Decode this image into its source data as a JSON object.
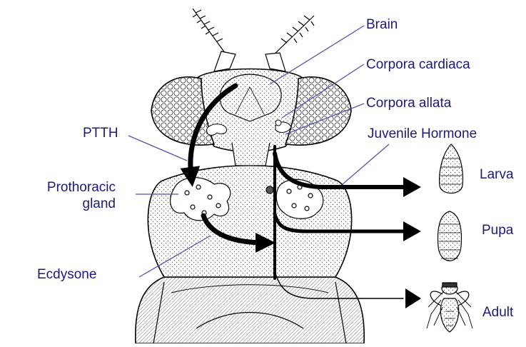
{
  "labels": {
    "brain": "Brain",
    "corpora_cardiaca": "Corpora cardiaca",
    "corpora_allata": "Corpora allata",
    "juvenile_hormone": "Juvenile Hormone",
    "ptth": "PTTH",
    "prothoracic_gland_line1": "Prothoracic",
    "prothoracic_gland_line2": "gland",
    "ecdysone": "Ecdysone",
    "larva": "Larva",
    "pupa": "Pupa",
    "adult": "Adult"
  },
  "colors": {
    "label_text": "#1a1a7a",
    "leader_line": "#5555aa",
    "outline": "#000000",
    "background": "#ffffff"
  }
}
